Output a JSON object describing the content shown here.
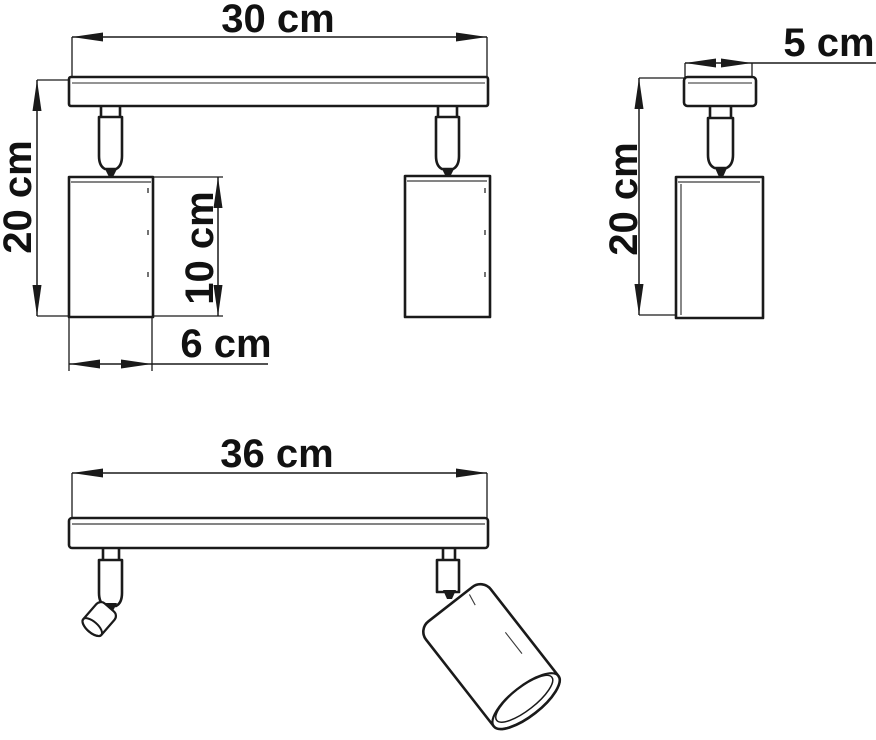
{
  "front_view": {
    "width_label": "30 cm",
    "height_label": "20 cm",
    "spot_height_label": "10 cm",
    "spot_width_label": "6 cm"
  },
  "side_view": {
    "width_label": "5 cm",
    "height_label": "20 cm"
  },
  "perspective_view": {
    "width_label": "36 cm"
  },
  "colors": {
    "line": "#1a1a1a",
    "background": "#ffffff",
    "bar_inner_line": "#949494"
  }
}
